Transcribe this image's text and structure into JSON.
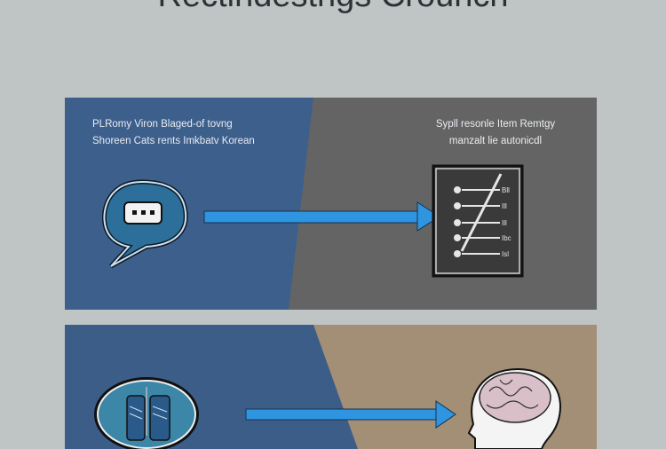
{
  "title": "Rectindestngs Crounch",
  "panel1": {
    "left_caption": [
      "PLRomy Viron Blaged-of tovng",
      "Shoreen Cats rents Imkbatv Korean"
    ],
    "right_caption": [
      "Sypll resonle Item Remtgy",
      "manzalt lie autonicdl"
    ],
    "list_labels": [
      "Bll",
      "Ill",
      "Ill",
      "Ibc",
      "Isl"
    ],
    "colors": {
      "left": "#3d5f8c",
      "right": "#646464",
      "arrow": "#2f95e0"
    }
  },
  "panel2": {
    "colors": {
      "left": "#3d5d89",
      "right": "#a38e76",
      "arrow": "#2f95e0"
    }
  }
}
